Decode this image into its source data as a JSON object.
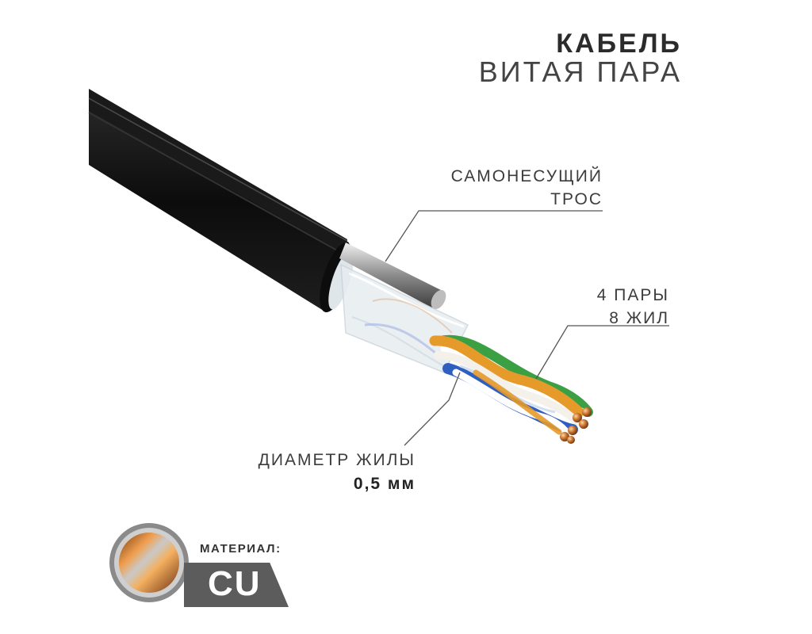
{
  "title": {
    "line1": "КАБЕЛЬ",
    "line2": "ВИТАЯ ПАРА"
  },
  "callouts": {
    "messenger": [
      "САМОНЕСУЩИЙ",
      "ТРОС"
    ],
    "pairs": [
      "4 ПАРЫ",
      "8 ЖИЛ"
    ],
    "diameter": [
      "ДИАМЕТР ЖИЛЫ",
      "0,5 мм"
    ]
  },
  "material": {
    "label": "МАТЕРИАЛ:",
    "value": "CU"
  },
  "colors": {
    "jacket": "#111111",
    "orange": "#e59a2a",
    "blue": "#2f5fbf",
    "green": "#3aa043",
    "copper": "#c56a2a",
    "badge": "#5c5c5c"
  }
}
